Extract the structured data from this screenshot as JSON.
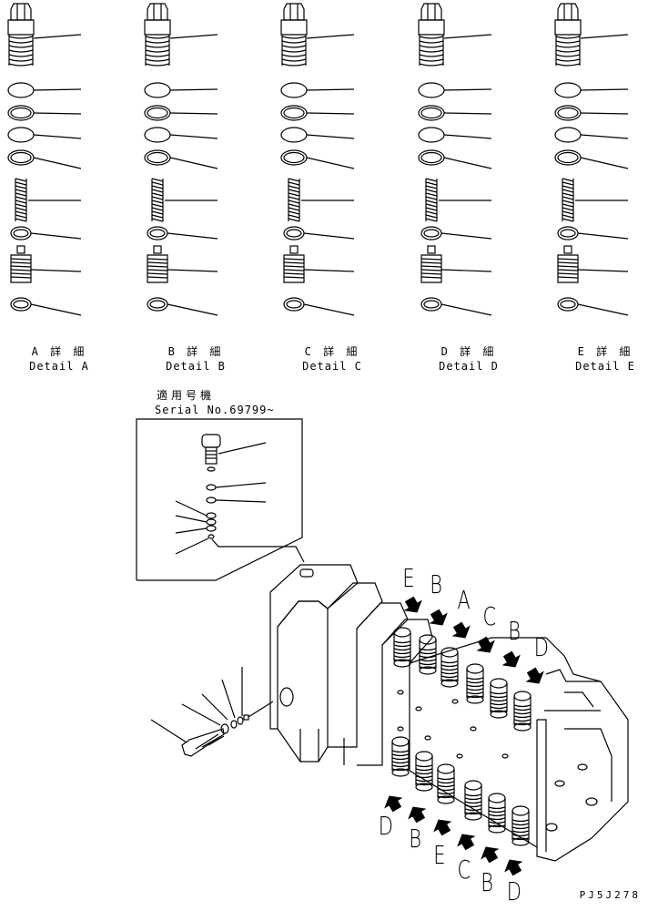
{
  "details": [
    {
      "jp": "A 詳 細",
      "en": "Detail A"
    },
    {
      "jp": "B 詳 細",
      "en": "Detail B"
    },
    {
      "jp": "C 詳 細",
      "en": "Detail C"
    },
    {
      "jp": "D 詳 細",
      "en": "Detail D"
    },
    {
      "jp": "E 詳 細",
      "en": "Detail E"
    }
  ],
  "serial": {
    "jp": "適用号機",
    "no": "Serial No.69799~"
  },
  "arrow_labels_top": [
    "E",
    "B",
    "A",
    "C",
    "B",
    "D"
  ],
  "arrow_labels_bottom": [
    "D",
    "B",
    "E",
    "C",
    "B",
    "D"
  ],
  "drawing_code": "PJ5J278"
}
